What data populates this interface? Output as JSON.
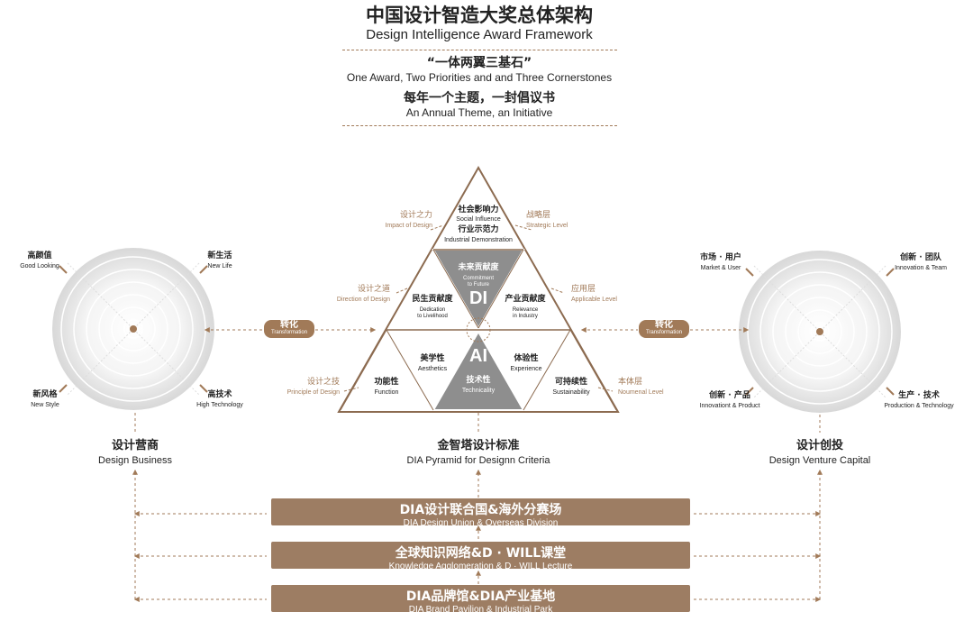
{
  "header": {
    "title_zh": "中国设计智造大奖总体架构",
    "title_en": "Design Intelligence Award Framework",
    "motto_zh": "“一体两翼三基石”",
    "motto_en": "One Award, Two Priorities and and Three Cornerstones",
    "theme_zh": "每年一个主题，一封倡议书",
    "theme_en": "An Annual Theme, an Initiative"
  },
  "pyramid": {
    "apex": {
      "zh1": "社会影响力",
      "en1": "Social Influence",
      "zh2": "行业示范力",
      "en2": "Industrial Demonstration"
    },
    "future": {
      "zh": "未来贡献度",
      "en1": "Commitment",
      "en2": "to Future"
    },
    "di": "DI",
    "livelihood": {
      "zh": "民生贡献度",
      "en1": "Dedication",
      "en2": "to Livelihood"
    },
    "industry": {
      "zh": "产业贡献度",
      "en1": "Relevance",
      "en2": "in Industry"
    },
    "ai": "AI",
    "aesthetics": {
      "zh": "美学性",
      "en": "Aesthetics"
    },
    "experience": {
      "zh": "体验性",
      "en": "Experience"
    },
    "technicality": {
      "zh": "技术性",
      "en": "Technicality"
    },
    "function": {
      "zh": "功能性",
      "en": "Function"
    },
    "sustainability": {
      "zh": "可持续性",
      "en": "Sustainability"
    },
    "left_labels": [
      {
        "zh": "设计之力",
        "en": "Impact of Design"
      },
      {
        "zh": "设计之道",
        "en": "Direction of Design"
      },
      {
        "zh": "设计之技",
        "en": "Principle of Design"
      }
    ],
    "right_labels": [
      {
        "zh": "战略层",
        "en": "Strategic Level"
      },
      {
        "zh": "应用层",
        "en": "Applicable Level"
      },
      {
        "zh": "本体层",
        "en": "Noumenal Level"
      }
    ],
    "caption_zh": "金智塔设计标准",
    "caption_en": "DIA Pyramid for Designn Criteria"
  },
  "left_wing": {
    "tl": {
      "zh": "高颜值",
      "en": "Good Looking"
    },
    "tr": {
      "zh": "新生活",
      "en": "New Life"
    },
    "bl": {
      "zh": "新风格",
      "en": "New Style"
    },
    "br": {
      "zh": "高技术",
      "en": "High Technology"
    },
    "caption_zh": "设计营商",
    "caption_en": "Design Business"
  },
  "right_wing": {
    "tl": {
      "zh": "市场 · 用户",
      "en": "Market & User"
    },
    "tr": {
      "zh": "创新 · 团队",
      "en": "Innovation & Team"
    },
    "bl": {
      "zh": "创新 · 产品",
      "en": "Innovationt & Product"
    },
    "br": {
      "zh": "生产 · 技术",
      "en": "Production & Technology"
    },
    "caption_zh": "设计创投",
    "caption_en": "Design Venture Capital"
  },
  "transform": {
    "zh": "转化",
    "en": "Transformation"
  },
  "foundations": [
    {
      "zh": "DIA设计联合国&海外分赛场",
      "en": "DIA Design Union & Overseas Division"
    },
    {
      "zh": "全球知识网络&D · WILL课堂",
      "en": "Knowledge Agglomeration & D · WILL Lecture"
    },
    {
      "zh": "DIA品牌馆&DIA产业基地",
      "en": "DIA Brand Pavilion & Industrial Park"
    }
  ],
  "colors": {
    "accent": "#a17a58",
    "bar": "#9d7d63",
    "center": "#888888",
    "outline": "#8c6b50"
  }
}
